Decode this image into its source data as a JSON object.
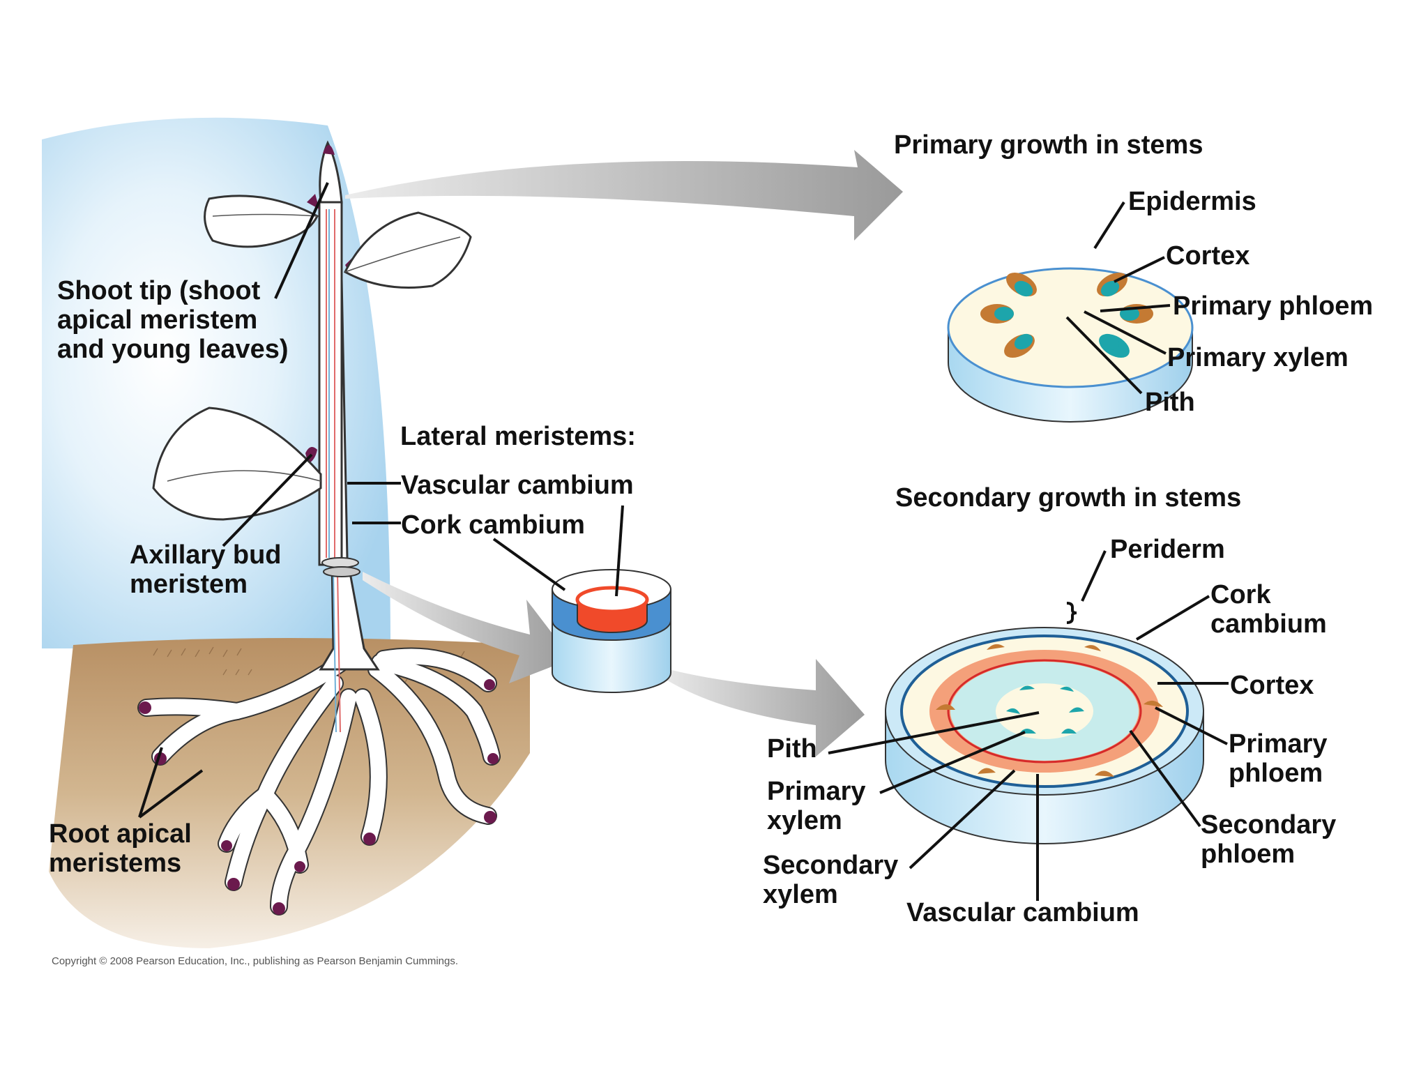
{
  "plant_labels": {
    "shoot_tip": "Shoot tip (shoot\napical meristem\nand young leaves)",
    "axillary_bud": "Axillary bud\nmeristem",
    "root_apical": "Root apical\nmeristems"
  },
  "lateral": {
    "heading": "Lateral meristems:",
    "vascular_cambium": "Vascular cambium",
    "cork_cambium": "Cork cambium"
  },
  "primary": {
    "title": "Primary growth in stems",
    "epidermis": "Epidermis",
    "cortex": "Cortex",
    "primary_phloem": "Primary phloem",
    "primary_xylem": "Primary xylem",
    "pith": "Pith"
  },
  "secondary": {
    "title": "Secondary growth in stems",
    "periderm": "Periderm",
    "cork_cambium": "Cork\ncambium",
    "cortex": "Cortex",
    "primary_phloem": "Primary\nphloem",
    "secondary_phloem": "Secondary\nphloem",
    "vascular_cambium": "Vascular cambium",
    "secondary_xylem": "Secondary\nxylem",
    "primary_xylem": "Primary\nxylem",
    "pith": "Pith"
  },
  "copyright": "Copyright © 2008 Pearson Education, Inc., publishing as Pearson Benjamin Cummings.",
  "colors": {
    "sky": "#bfe0f3",
    "soil": "#c8a57a",
    "stem_tissue": "#fdf8e2",
    "phloem": "#c47a33",
    "xylem": "#1da5ab",
    "cambium_ring": "#f4a07a",
    "periderm": "#cce9f7",
    "meristem_tip": "#6b1a4d",
    "arrow": "#a9a9a9"
  },
  "icons": {
    "plant": "plant-illustration",
    "arrows": "flow-arrow",
    "stem_sections": "stem-cross-section"
  }
}
